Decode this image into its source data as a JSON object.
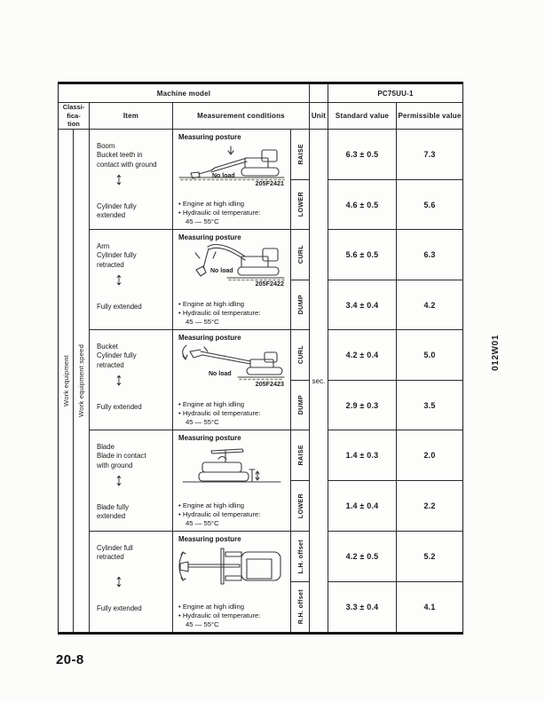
{
  "page": {
    "number": "20-8",
    "side_code": "012W01"
  },
  "table": {
    "machine_model_label": "Machine model",
    "model_name": "PC75UU-1",
    "classification_header": "Classi-\nfica-\ntion",
    "item_header": "Item",
    "conditions_header": "Measurement conditions",
    "unit_header": "Unit",
    "standard_header": "Standard value",
    "permissible_header": "Permissible value",
    "classification_outer": "Work equipment",
    "classification_inner": "Work equipment speed",
    "unit_value": "sec.",
    "arrow_glyph": "↕",
    "posture_label": "Measuring posture"
  },
  "rows": [
    {
      "item_top": "Boom\nBucket teeth in\ncontact with ground",
      "item_bottom": "Cylinder fully\nextended",
      "no_load": "No load",
      "figure": "205F2421",
      "cond1": "• Engine at high idling",
      "cond2": "• Hydraulic oil temperature:",
      "cond3": "45 — 55°C",
      "sub1": {
        "direction": "RAISE",
        "standard": "6.3 ± 0.5",
        "permissible": "7.3"
      },
      "sub2": {
        "direction": "LOWER",
        "standard": "4.6 ± 0.5",
        "permissible": "5.6"
      }
    },
    {
      "item_top": "Arm\nCylinder fully\nretracted",
      "item_bottom": "Fully extended",
      "no_load": "No load",
      "figure": "205F2422",
      "cond1": "• Engine at high idling",
      "cond2": "• Hydraulic oil temperature:",
      "cond3": "45 — 55°C",
      "sub1": {
        "direction": "CURL",
        "standard": "5.6 ± 0.5",
        "permissible": "6.3"
      },
      "sub2": {
        "direction": "DUMP",
        "standard": "3.4 ± 0.4",
        "permissible": "4.2"
      }
    },
    {
      "item_top": "Bucket\nCylinder fully\nretracted",
      "item_bottom": "Fully extended",
      "no_load": "No load",
      "figure": "205F2423",
      "cond1": "• Engine at high idling",
      "cond2": "• Hydraulic oil temperature:",
      "cond3": "45 — 55°C",
      "sub1": {
        "direction": "CURL",
        "standard": "4.2 ± 0.4",
        "permissible": "5.0"
      },
      "sub2": {
        "direction": "DUMP",
        "standard": "2.9 ± 0.3",
        "permissible": "3.5"
      }
    },
    {
      "item_top": "Blade\nBlade in contact\nwith ground",
      "item_bottom": "Blade fully\nextended",
      "cond1": "• Engine at high idling",
      "cond2": "• Hydraulic oil temperature:",
      "cond3": "45 — 55°C",
      "sub1": {
        "direction": "RAISE",
        "standard": "1.4 ± 0.3",
        "permissible": "2.0"
      },
      "sub2": {
        "direction": "LOWER",
        "standard": "1.4 ± 0.4",
        "permissible": "2.2"
      }
    },
    {
      "item_top": "Cylinder full\nretracted",
      "item_bottom": "Fully extended",
      "cond1": "• Engine at high idling",
      "cond2": "• Hydraulic oil temperature:",
      "cond3": "45 — 55°C",
      "sub1": {
        "direction": "L.H. offset",
        "standard": "4.2 ± 0.5",
        "permissible": "5.2"
      },
      "sub2": {
        "direction": "R.H. offset",
        "standard": "3.3 ± 0.4",
        "permissible": "4.1"
      }
    }
  ]
}
